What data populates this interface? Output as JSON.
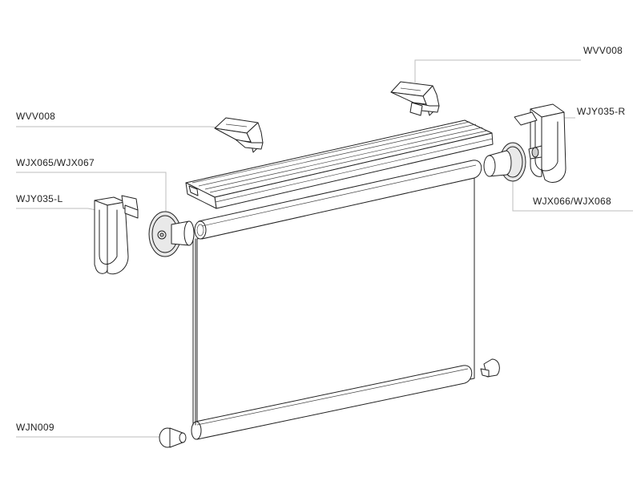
{
  "labels": {
    "wvv008_right": "WVV008",
    "wvv008_left": "WVV008",
    "wjy035_r": "WJY035-R",
    "wjx065_067": "WJX065/WJX067",
    "wjy035_l": "WJY035-L",
    "wjx066_068": "WJX066/WJX068",
    "wjn009": "WJN009"
  },
  "colors": {
    "line": "#222222",
    "leader": "#bdbdbd",
    "background": "#ffffff"
  }
}
